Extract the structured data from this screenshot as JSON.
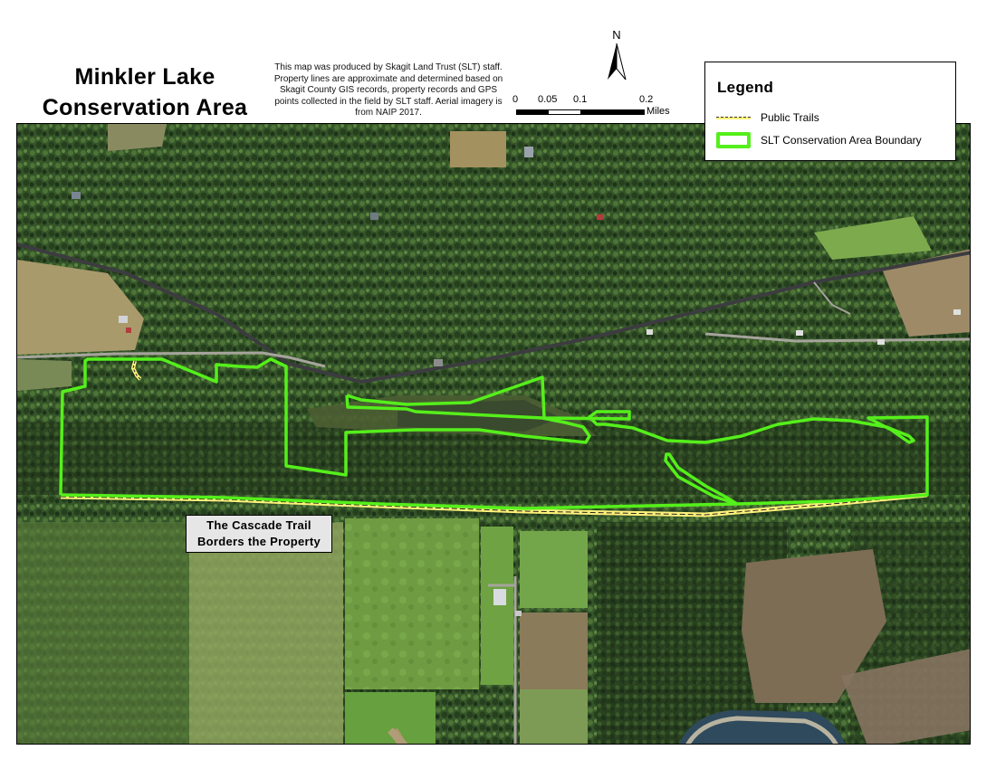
{
  "title": {
    "line1": "Minkler Lake",
    "line2": "Conservation Area"
  },
  "credits": {
    "text": "This map was produced by Skagit Land Trust (SLT) staff. Property lines are approximate and determined based on Skagit County GIS records, property records and GPS points collected in the field by SLT staff. Aerial imagery is from NAIP 2017."
  },
  "north_arrow": {
    "label": "N",
    "icon": "north-arrow-icon"
  },
  "scale_bar": {
    "ticks": [
      "0",
      "0.05",
      "0.1",
      "0.2"
    ],
    "unit": "Miles"
  },
  "legend": {
    "title": "Legend",
    "items": [
      {
        "label": "Public Trails",
        "symbol": "dashed-yellow-line",
        "color": "#fff27a"
      },
      {
        "label": "SLT Conservation Area Boundary",
        "symbol": "green-outline",
        "color": "#55ef1b"
      }
    ]
  },
  "callout": {
    "line1": "The Cascade Trail",
    "line2": "Borders the Property"
  },
  "colors": {
    "boundary": "#55ef1b",
    "trail": "#fff27a",
    "forest": "#2f4a1f",
    "field": "#6d9a3d",
    "river": "#2f4a5c"
  }
}
